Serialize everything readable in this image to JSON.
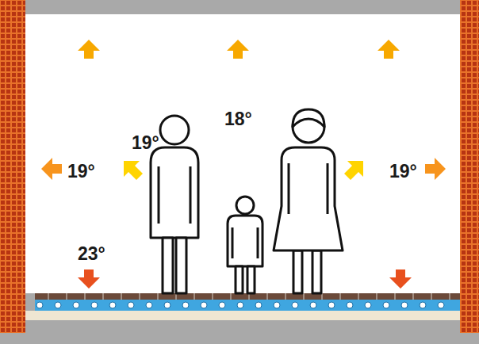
{
  "diagram": {
    "labels": [
      "18°",
      "19°",
      "19°",
      "19°",
      "23°"
    ]
  }
}
